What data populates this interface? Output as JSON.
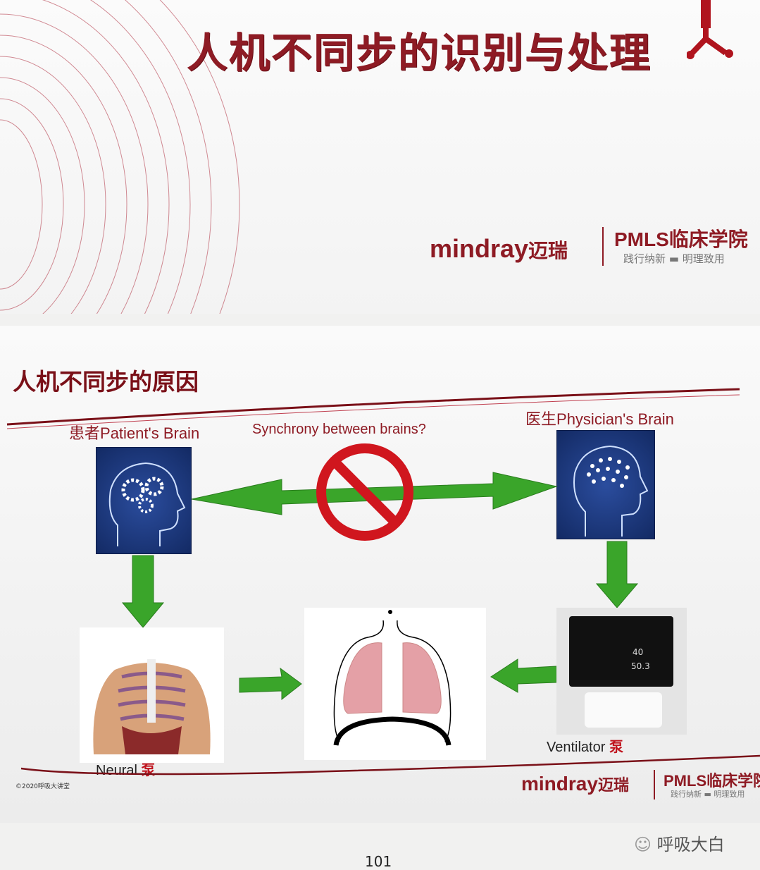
{
  "top_slide": {
    "title": "人机不同步的识别与处理",
    "logo": {
      "brand": "mindray",
      "brand_cn": "迈瑞",
      "academy": "PMLS临床学院",
      "motto_left": "践行纳新",
      "motto_right": "明理致用"
    }
  },
  "bottom_slide": {
    "title": "人机不同步的原因",
    "patient_label_cn": "患者",
    "patient_label_en": "Patient's Brain",
    "physician_label_cn": "医生",
    "physician_label_en": "Physician's Brain",
    "question": "Synchrony between brains?",
    "neural_label": "Neural",
    "neural_pump": "泵",
    "ventilator_label": "Ventilator",
    "ventilator_pump": "泵",
    "ventilator_readings": [
      "40",
      "50.3"
    ],
    "copyright": "©2020呼吸大讲堂",
    "logo": {
      "brand": "mindray",
      "brand_cn": "迈瑞",
      "academy": "PMLS临床学院",
      "motto_left": "践行纳新",
      "motto_right": "明理致用"
    },
    "colors": {
      "accent": "#8e1b24",
      "arrow": "#3aa52a",
      "prohibit": "#d0161e",
      "brain_bg": "#1d3a80"
    }
  },
  "page": {
    "number": "101",
    "watermark": "呼吸大白"
  }
}
